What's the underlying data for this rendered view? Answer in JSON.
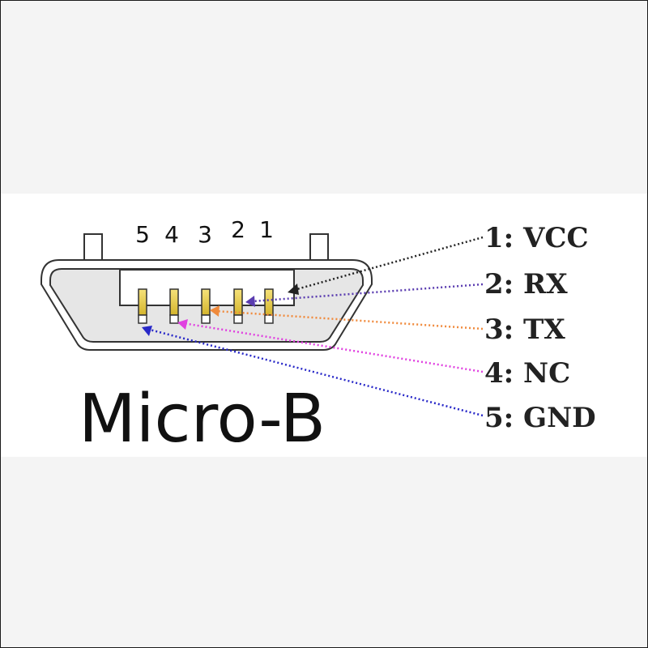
{
  "connector": {
    "title": "Micro-B",
    "top_pin_numbers": [
      "5",
      "4",
      "3",
      "2",
      "1"
    ]
  },
  "pins": [
    {
      "label": "1: VCC",
      "color": "#222222"
    },
    {
      "label": "2: RX",
      "color": "#5a3cb0"
    },
    {
      "label": "3: TX",
      "color": "#f08a3c"
    },
    {
      "label": "4: NC",
      "color": "#e040e0"
    },
    {
      "label": "5: GND",
      "color": "#2828c8"
    }
  ]
}
